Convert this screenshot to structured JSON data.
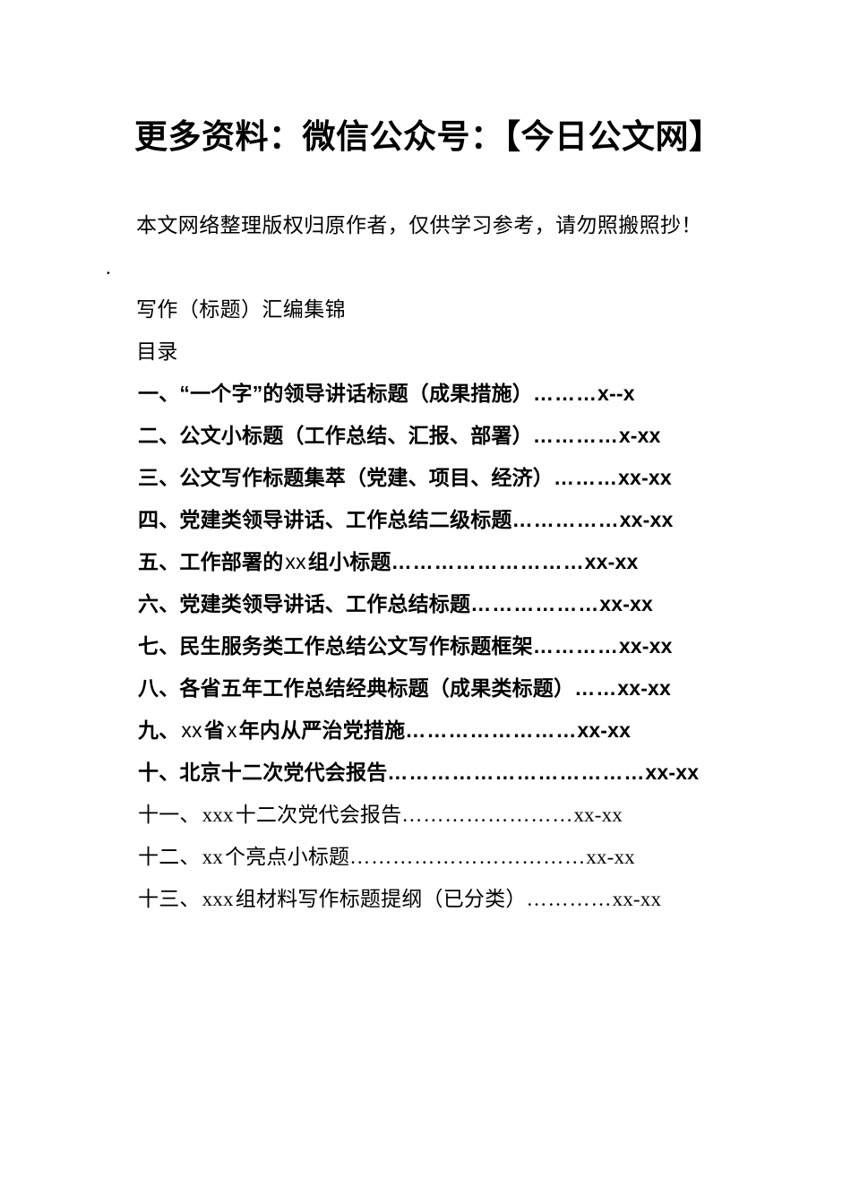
{
  "document": {
    "banner_title": "更多资料：微信公众号：【今日公文网】",
    "disclaimer": "本文网络整理版权归原作者，仅供学习参考，请勿照搬照抄！",
    "disclaimer_continuation": ".",
    "subtitle": "写作（标题）汇编集锦",
    "toc_heading": "目录"
  },
  "toc": {
    "entries": [
      {
        "number": "一、",
        "title": "“一个字”的领导讲话标题（成果措施）",
        "leader": "………",
        "pages": "x--x",
        "style": "heiti"
      },
      {
        "number": "二、",
        "title": "公文小标题（工作总结、汇报、部署）",
        "leader": "…………",
        "pages": "x-xx",
        "style": "heiti"
      },
      {
        "number": "三、",
        "title": "公文写作标题集萃（党建、项目、经济）",
        "leader": "………",
        "pages": "xx-xx",
        "style": "heiti"
      },
      {
        "number": "四、",
        "title": "党建类领导讲话、工作总结二级标题",
        "leader": "……………",
        "pages": "xx-xx",
        "style": "heiti"
      },
      {
        "number": "五、",
        "title_pre": "工作部署的",
        "latin": "xx",
        "title_post": "组小标题",
        "leader": "………………………",
        "pages": "xx-xx",
        "style": "heiti"
      },
      {
        "number": "六、",
        "title": "党建类领导讲话、工作总结标题",
        "leader": "………………",
        "pages": "xx-xx",
        "style": "heiti"
      },
      {
        "number": "七、",
        "title": "民生服务类工作总结公文写作标题框架",
        "leader": "…………",
        "pages": "xx-xx",
        "style": "heiti"
      },
      {
        "number": "八、",
        "title": "各省五年工作总结经典标题（成果类标题）",
        "leader": "……",
        "pages": "xx-xx",
        "style": "heiti"
      },
      {
        "number": "九、",
        "title_pre": "",
        "latin": "xx",
        "title_mid": "省",
        "latin2": "x",
        "title_post": "年内从严治党措施",
        "leader": "……………………",
        "pages": "xx-xx",
        "style": "heiti"
      },
      {
        "number": "十、",
        "title": "北京十二次党代会报告",
        "leader": "………………………………",
        "pages": "xx-xx",
        "style": "heiti"
      },
      {
        "number": "十一、",
        "latin": "xxx",
        "title_post": "十二次党代会报告",
        "leader": "……………………",
        "pages": "xx-xx",
        "style": "kai"
      },
      {
        "number": "十二、",
        "latin": "xx",
        "title_post": "个亮点小标题",
        "leader": "……………………………",
        "pages": "xx-xx",
        "style": "kai"
      },
      {
        "number": "十三、",
        "latin": "xxx",
        "title_post": "组材料写作标题提纲（已分类）",
        "leader": "…………",
        "pages": "xx-xx",
        "style": "kai"
      }
    ]
  },
  "colors": {
    "page_background": "#ffffff",
    "text": "#000000"
  }
}
